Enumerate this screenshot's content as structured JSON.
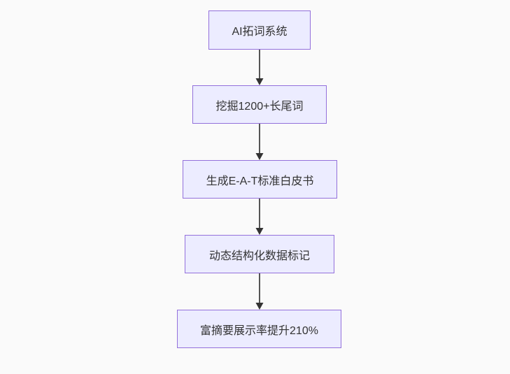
{
  "diagram": {
    "type": "flowchart",
    "direction": "top-down",
    "colors": {
      "background": "#fafafa",
      "node_fill": "#ECECFF",
      "node_border": "#9370DB",
      "node_text": "#333333",
      "arrow_line": "#555555",
      "arrow_head": "#333333"
    },
    "nodes": [
      {
        "id": "n1",
        "label": "AI拓词系统"
      },
      {
        "id": "n2",
        "label": "挖掘1200+长尾词"
      },
      {
        "id": "n3",
        "label": "生成E-A-T标准白皮书"
      },
      {
        "id": "n4",
        "label": "动态结构化数据标记"
      },
      {
        "id": "n5",
        "label": "富摘要展示率提升210%"
      }
    ],
    "edges": [
      {
        "from": "n1",
        "to": "n2"
      },
      {
        "from": "n2",
        "to": "n3"
      },
      {
        "from": "n3",
        "to": "n4"
      },
      {
        "from": "n4",
        "to": "n5"
      }
    ]
  }
}
